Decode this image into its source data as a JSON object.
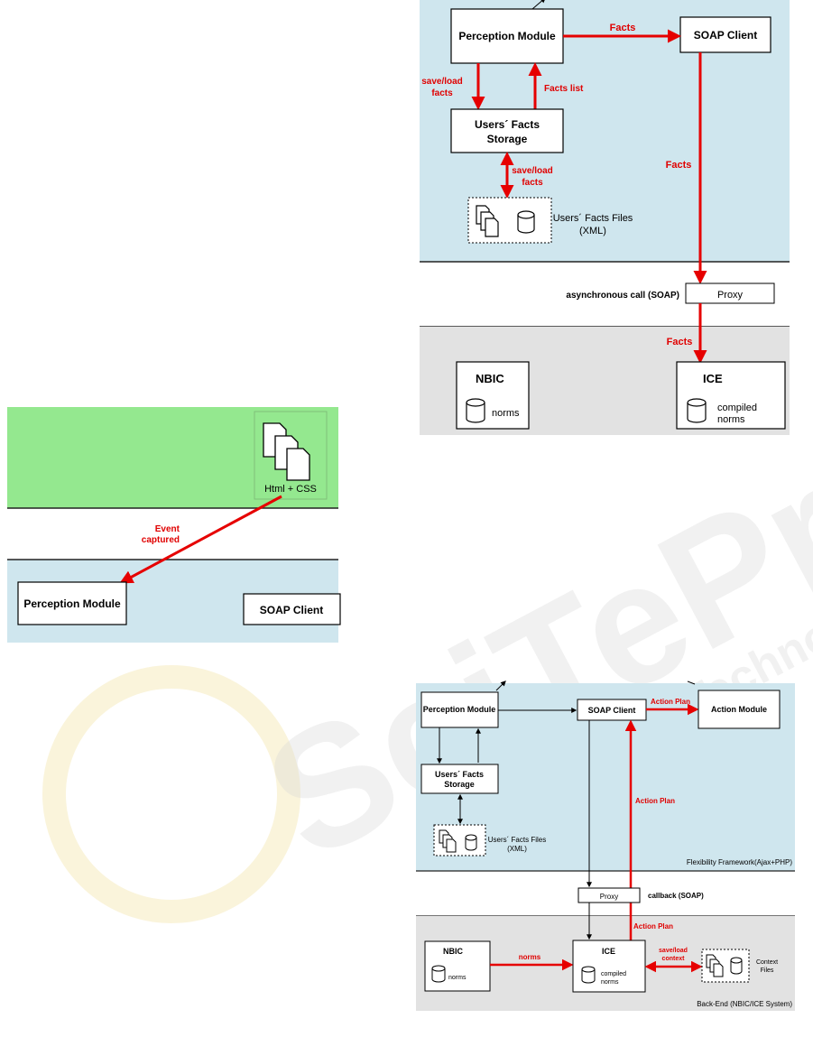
{
  "colors": {
    "panel_blue": "#cfe6ee",
    "panel_green": "#94e88f",
    "panel_grey": "#e2e2e2",
    "arrow_red": "#e60000",
    "label_red": "#e00000",
    "watermark": "#d8d8d8"
  },
  "watermark": {
    "title": "SciTePress",
    "subtitle": "Science and Technology Publications"
  },
  "fig_left": {
    "html_css": "Html + CSS",
    "event_captured_line1": "Event",
    "event_captured_line2": "captured",
    "perception_module": "Perception Module",
    "soap_client": "SOAP Client"
  },
  "fig_top": {
    "perception_module": "Perception Module",
    "soap_client": "SOAP Client",
    "facts_top": "Facts",
    "save_load_facts_line1": "save/load",
    "save_load_facts_line2": "facts",
    "facts_list": "Facts list",
    "users_facts_storage_line1": "Users´ Facts",
    "users_facts_storage_line2": "Storage",
    "facts_vertical": "Facts",
    "save_load_facts2_line1": "save/load",
    "save_load_facts2_line2": "facts",
    "users_facts_files_line1": "Users´ Facts Files",
    "users_facts_files_line2": "(XML)",
    "async_call": "asynchronous call (SOAP)",
    "proxy": "Proxy",
    "facts_bottom": "Facts",
    "nbic": "NBIC",
    "norms": "norms",
    "ice": "ICE",
    "compiled_norms_line1": "compiled",
    "compiled_norms_line2": "norms"
  },
  "fig_bottom": {
    "perception_module": "Perception Module",
    "soap_client": "SOAP Client",
    "action_plan_top": "Action Plan",
    "action_module": "Action Module",
    "users_facts_storage_line1": "Users´ Facts",
    "users_facts_storage_line2": "Storage",
    "action_plan_mid": "Action Plan",
    "users_facts_files_line1": "Users´ Facts Files",
    "users_facts_files_line2": "(XML)",
    "flexibility_framework": "Flexibility Framework(Ajax+PHP)",
    "proxy": "Proxy",
    "callback": "callback (SOAP)",
    "action_plan_low": "Action Plan",
    "nbic": "NBIC",
    "norms_arrow": "norms",
    "norms": "norms",
    "ice": "ICE",
    "compiled_norms_line1": "compiled",
    "compiled_norms_line2": "norms",
    "save_load_context_line1": "save/load",
    "save_load_context_line2": "context",
    "context_files_line1": "Context",
    "context_files_line2": "Files",
    "backend": "Back-End (NBIC/ICE System)"
  }
}
